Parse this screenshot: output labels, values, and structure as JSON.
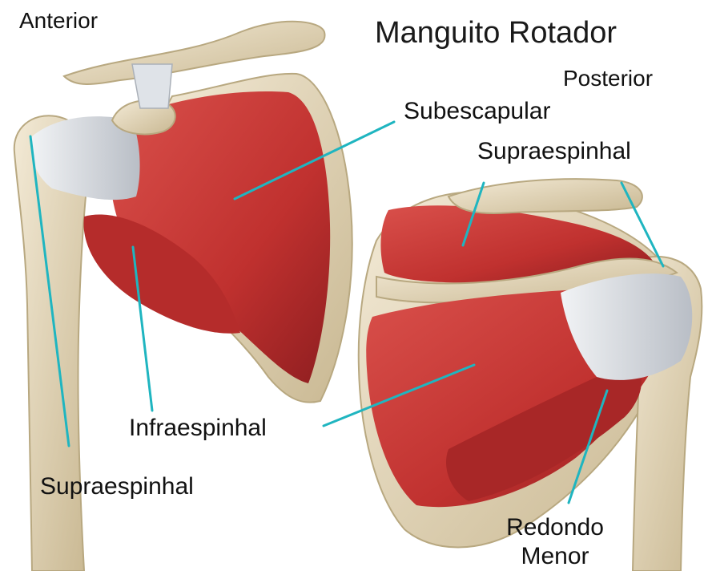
{
  "title": "Manguito Rotador",
  "views": {
    "anterior": "Anterior",
    "posterior": "Posterior"
  },
  "labels": {
    "subescapular": "Subescapular",
    "supraespinhal_posterior": "Supraespinhal",
    "infraespinhal": "Infraespinhal",
    "supraespinhal_anterior": "Supraespinhal",
    "redondo_menor_line1": "Redondo",
    "redondo_menor_line2": "Menor"
  },
  "colors": {
    "muscle": "#c83a38",
    "muscle_dark": "#8f1e20",
    "bone": "#e7dcc2",
    "bone_shadow": "#b8a880",
    "tendon": "#d9dde2",
    "leader_line": "#1fb5c0"
  }
}
